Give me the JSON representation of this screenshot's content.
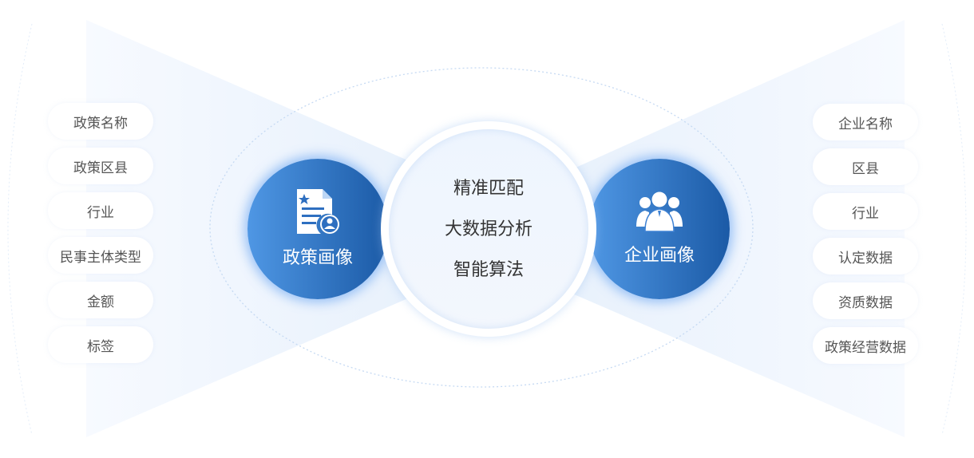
{
  "center": {
    "lines": [
      "精准匹配",
      "大数据分析",
      "智能算法"
    ]
  },
  "policy": {
    "title": "政策画像",
    "icon": "policy-document-icon",
    "items": [
      "政策名称",
      "政策区县",
      "行业",
      "民事主体类型",
      "金额",
      "标签"
    ]
  },
  "enterprise": {
    "title": "企业画像",
    "icon": "people-group-icon",
    "items": [
      "企业名称",
      "区县",
      "行业",
      "认定数据",
      "资质数据",
      "政策经营数据"
    ]
  },
  "colors": {
    "accent_start": "#4f97e4",
    "accent_end": "#1b5aa6",
    "panel": "#eef5fd"
  }
}
